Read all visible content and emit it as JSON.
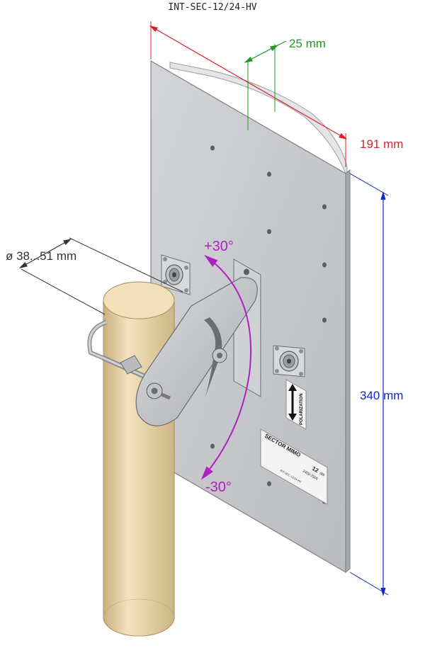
{
  "title": "INT-SEC-12/24-HV",
  "dimensions": {
    "width_label": "191 mm",
    "height_label": "340 mm",
    "thickness_label": "25 mm",
    "mast_label": "ø 38...51 mm"
  },
  "tilt": {
    "plus_label": "+30°",
    "minus_label": "-30°"
  },
  "badges": {
    "polarization": "POLARIZATION"
  },
  "label_plate": {
    "brand": "SECTOR MIMO",
    "gain": "12",
    "gain_unit": "dBi",
    "band": "2400-2500",
    "model": "INT-SEC-12/24-HV"
  },
  "colors": {
    "width_dim": "#e0202a",
    "height_dim": "#1028c8",
    "thickness_dim": "#1c9a22",
    "tilt_arc": "#b020c0",
    "panel": "#c9cbcf",
    "mast": "#e6d2a6"
  }
}
